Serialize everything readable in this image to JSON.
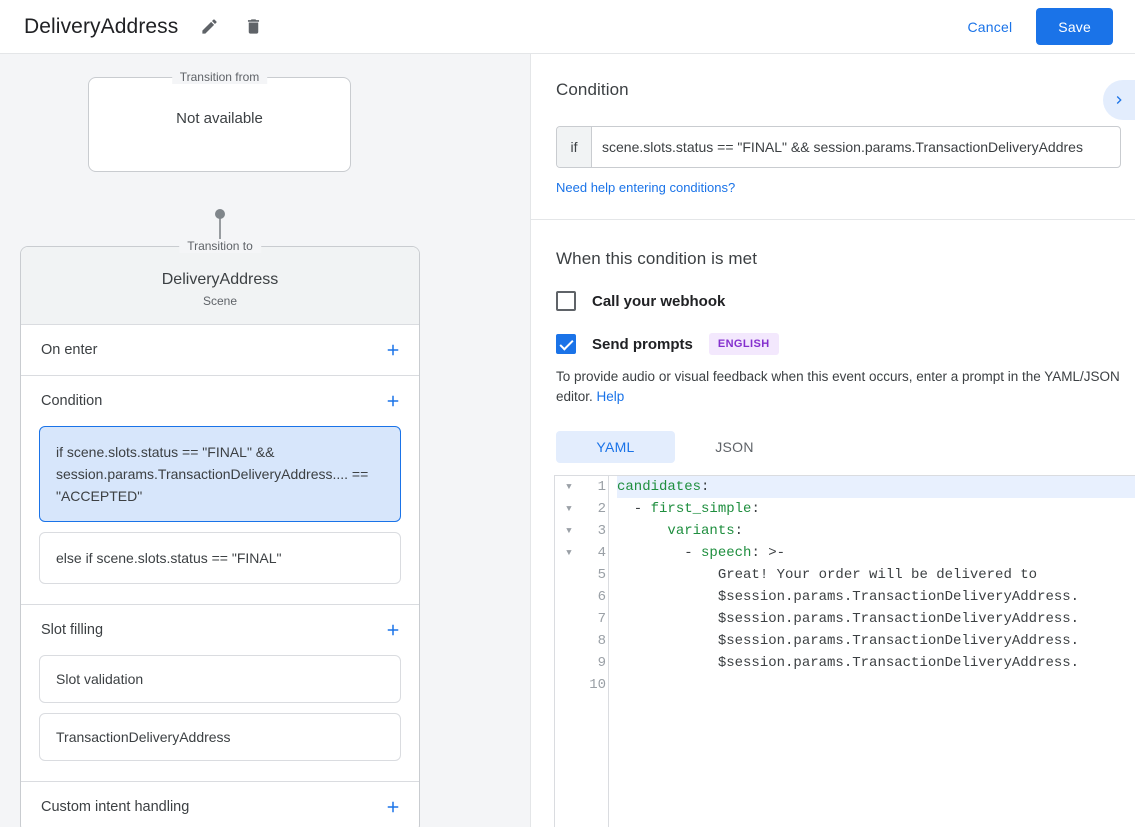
{
  "topbar": {
    "title": "DeliveryAddress",
    "edit_icon": "pencil-icon",
    "delete_icon": "trash-icon",
    "cancel_label": "Cancel",
    "save_label": "Save",
    "accent_color": "#1a73e8"
  },
  "left_panel": {
    "transition_from": {
      "legend": "Transition from",
      "value": "Not available"
    },
    "transition_to": {
      "legend": "Transition to",
      "title": "DeliveryAddress",
      "subtitle": "Scene"
    },
    "sections": [
      {
        "title": "On enter",
        "add_icon": "plus-icon"
      },
      {
        "title": "Condition",
        "add_icon": "plus-icon"
      },
      {
        "title": "Slot filling",
        "add_icon": "plus-icon"
      },
      {
        "title": "Custom intent handling",
        "add_icon": "plus-icon"
      }
    ],
    "conditions": [
      {
        "text": "if scene.slots.status == \"FINAL\" && session.params.TransactionDeliveryAddress.... == \"ACCEPTED\"",
        "selected": true
      },
      {
        "text": "else if scene.slots.status == \"FINAL\"",
        "selected": false
      }
    ],
    "slot_filling_items": [
      "Slot validation",
      "TransactionDeliveryAddress"
    ]
  },
  "right_panel": {
    "condition": {
      "heading": "Condition",
      "if_prefix": "if",
      "value": "scene.slots.status == \"FINAL\" && session.params.TransactionDeliveryAddres",
      "help_link": "Need help entering conditions?",
      "expand_icon": "chevron-right-icon"
    },
    "when_met": {
      "heading": "When this condition is met",
      "webhook": {
        "label": "Call your webhook",
        "checked": false
      },
      "send_prompts": {
        "label": "Send prompts",
        "checked": true,
        "badge": "ENGLISH",
        "badge_color": "#8430ce"
      },
      "description": "To provide audio or visual feedback when this event occurs, enter a prompt in the YAML/JSON editor.",
      "help_label": "Help"
    },
    "editor": {
      "tabs": [
        {
          "label": "YAML",
          "active": true
        },
        {
          "label": "JSON",
          "active": false
        }
      ],
      "lines": [
        {
          "num": "1",
          "fold": true,
          "highlight": true,
          "segments": [
            {
              "t": "candidates",
              "c": "key"
            },
            {
              "t": ":",
              "c": "punc"
            }
          ]
        },
        {
          "num": "2",
          "fold": true,
          "highlight": false,
          "segments": [
            {
              "t": "  - ",
              "c": "punc"
            },
            {
              "t": "first_simple",
              "c": "key"
            },
            {
              "t": ":",
              "c": "punc"
            }
          ]
        },
        {
          "num": "3",
          "fold": true,
          "highlight": false,
          "segments": [
            {
              "t": "      ",
              "c": "punc"
            },
            {
              "t": "variants",
              "c": "key"
            },
            {
              "t": ":",
              "c": "punc"
            }
          ]
        },
        {
          "num": "4",
          "fold": true,
          "highlight": false,
          "segments": [
            {
              "t": "        - ",
              "c": "punc"
            },
            {
              "t": "speech",
              "c": "key"
            },
            {
              "t": ": >-",
              "c": "punc"
            }
          ]
        },
        {
          "num": "5",
          "fold": false,
          "highlight": false,
          "segments": [
            {
              "t": "            Great! Your order will be delivered to",
              "c": "plain"
            }
          ]
        },
        {
          "num": "6",
          "fold": false,
          "highlight": false,
          "segments": [
            {
              "t": "            $session.params.TransactionDeliveryAddress.",
              "c": "plain"
            }
          ]
        },
        {
          "num": "7",
          "fold": false,
          "highlight": false,
          "segments": [
            {
              "t": "            $session.params.TransactionDeliveryAddress.",
              "c": "plain"
            }
          ]
        },
        {
          "num": "8",
          "fold": false,
          "highlight": false,
          "segments": [
            {
              "t": "            $session.params.TransactionDeliveryAddress.",
              "c": "plain"
            }
          ]
        },
        {
          "num": "9",
          "fold": false,
          "highlight": false,
          "segments": [
            {
              "t": "            $session.params.TransactionDeliveryAddress.",
              "c": "plain"
            }
          ]
        },
        {
          "num": "10",
          "fold": false,
          "highlight": false,
          "segments": []
        }
      ]
    }
  }
}
